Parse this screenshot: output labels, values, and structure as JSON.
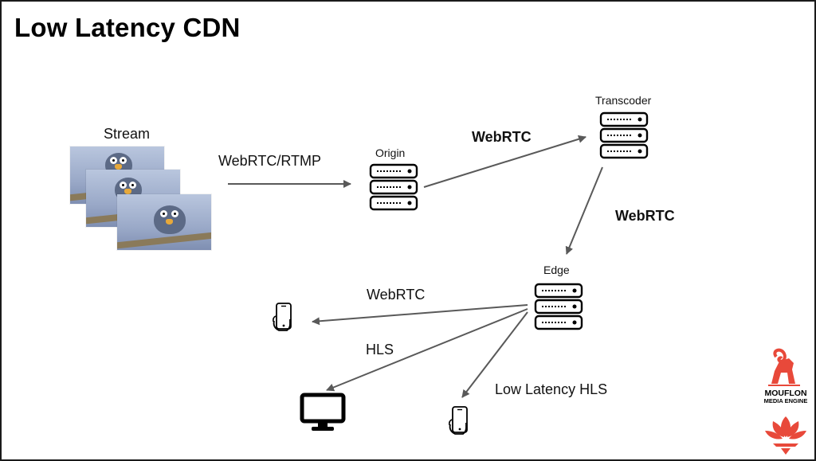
{
  "slide": {
    "title": "Low Latency CDN"
  },
  "nodes": {
    "stream": "Stream",
    "origin": "Origin",
    "transcoder": "Transcoder",
    "edge": "Edge"
  },
  "connections": {
    "stream_to_origin": "WebRTC/RTMP",
    "origin_to_transcoder": "WebRTC",
    "transcoder_to_edge": "WebRTC",
    "edge_to_phone": "WebRTC",
    "edge_to_monitor": "HLS",
    "edge_to_phone2": "Low Latency HLS"
  },
  "logo": {
    "line1": "MOUFLON",
    "line2": "MEDIA ENGINE"
  },
  "icons": {
    "server": "server-icon",
    "phone": "smartphone-icon",
    "monitor": "monitor-icon",
    "ram": "ram-logo-icon",
    "lotus": "lotus-logo-icon"
  },
  "colors": {
    "arrow": "#595959",
    "logo_red": "#e8493a",
    "text": "#111111"
  }
}
